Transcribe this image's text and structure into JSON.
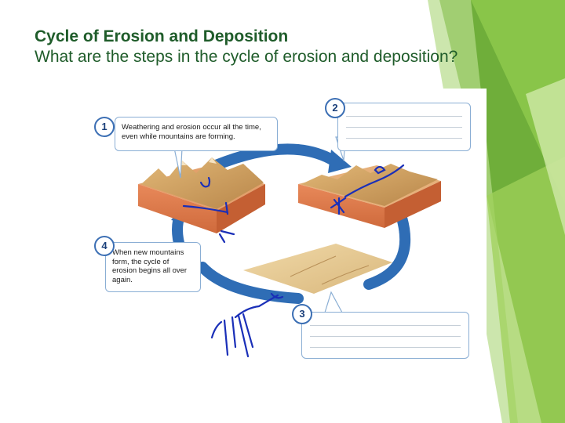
{
  "slide": {
    "title": "Cycle of Erosion and Deposition",
    "question": "What are the steps in the cycle of erosion and deposition?"
  },
  "diagram": {
    "steps": [
      {
        "number": "1",
        "text": "Weathering and erosion occur all the time, even while mountains are forming."
      },
      {
        "number": "2",
        "text": ""
      },
      {
        "number": "3",
        "text": ""
      },
      {
        "number": "4",
        "text": "When new mountains form, the cycle of erosion begins all over again."
      }
    ]
  },
  "colors": {
    "title": "#1f5c2a",
    "accent_green": "#7dbb3c",
    "cycle_arrow": "#2f6db5",
    "callout_border": "#8aaed4",
    "ink": "#1a2fb8"
  }
}
